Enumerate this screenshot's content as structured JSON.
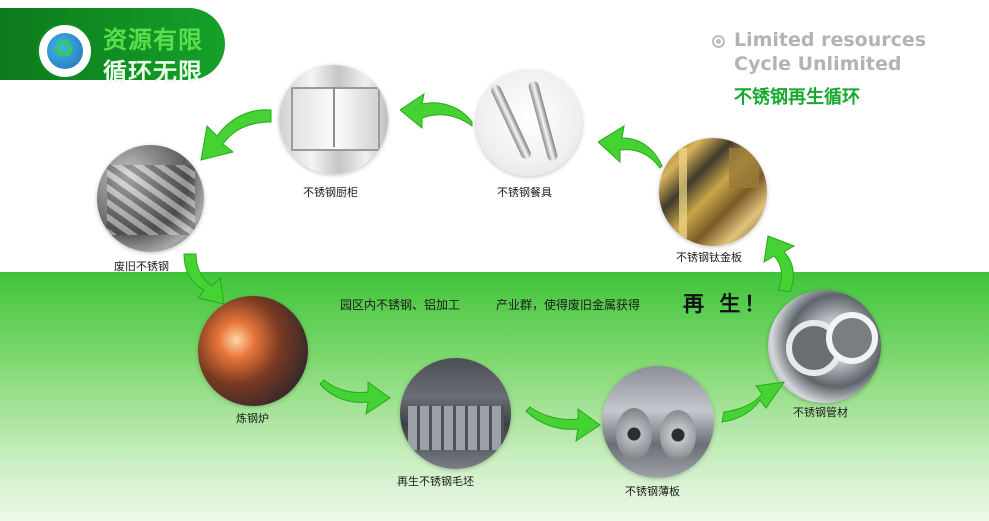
{
  "header": {
    "slogan_line1": "资源有限",
    "slogan_line2": "循环无限"
  },
  "title": {
    "en_line1": "Limited resources",
    "en_line2": "Cycle Unlimited",
    "cn": "不锈钢再生循环"
  },
  "cycle": {
    "cabinet": "不锈钢厨柜",
    "cutlery": "不锈钢餐具",
    "ti_plate": "不锈钢钛金板",
    "scrap": "废旧不锈钢",
    "furnace": "炼钢炉",
    "billet": "再生不锈钢毛坯",
    "sheet": "不锈钢薄板",
    "pipe": "不锈钢管材"
  },
  "message": {
    "part1": "园区内不锈钢、铝加工",
    "part2": "产业群，使得废旧金属获得",
    "emphasis": "再 生！"
  },
  "colors": {
    "brand_green": "#16a02a",
    "arrow_green": "#3ed02a",
    "band_green": "#3fc43a"
  }
}
